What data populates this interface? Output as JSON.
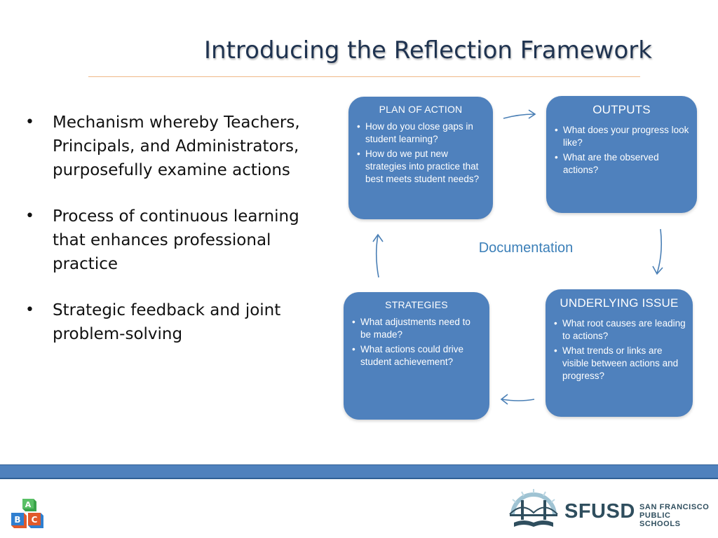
{
  "slide": {
    "title": "Introducing the Reflection Framework",
    "bullets": [
      "Mechanism whereby Teachers, Principals, and Administrators, purposefully examine actions",
      "Process of continuous learning that enhances professional practice",
      "Strategic feedback and joint problem-solving"
    ],
    "bullet_glyph": "•"
  },
  "cycle": {
    "center_label": "Documentation",
    "plan": {
      "heading": "PLAN OF ACTION",
      "items": [
        "How do you close gaps in student learning?",
        "How do we put new strategies into practice that best meets student needs?"
      ]
    },
    "outputs": {
      "heading": "OUTPUTS",
      "items": [
        "What does your progress look like?",
        "What are the observed actions?"
      ]
    },
    "strategies": {
      "heading": "STRATEGIES",
      "items": [
        "What adjustments need to be made?",
        "What actions could drive student achievement?"
      ]
    },
    "issue": {
      "heading": "UNDERLYING ISSUE",
      "items": [
        "What root causes are leading to actions?",
        "What trends or links are visible between actions and progress?"
      ]
    }
  },
  "footer": {
    "blocks_letters": [
      "A",
      "B",
      "C"
    ],
    "org_short": "SFUSD",
    "org_line1": "SAN FRANCISCO",
    "org_line2": "PUBLIC SCHOOLS"
  },
  "colors": {
    "box_fill": "#4f81bd",
    "title": "#1f3350",
    "label": "#3b7fb8",
    "arrow": "#4a7fb5"
  }
}
